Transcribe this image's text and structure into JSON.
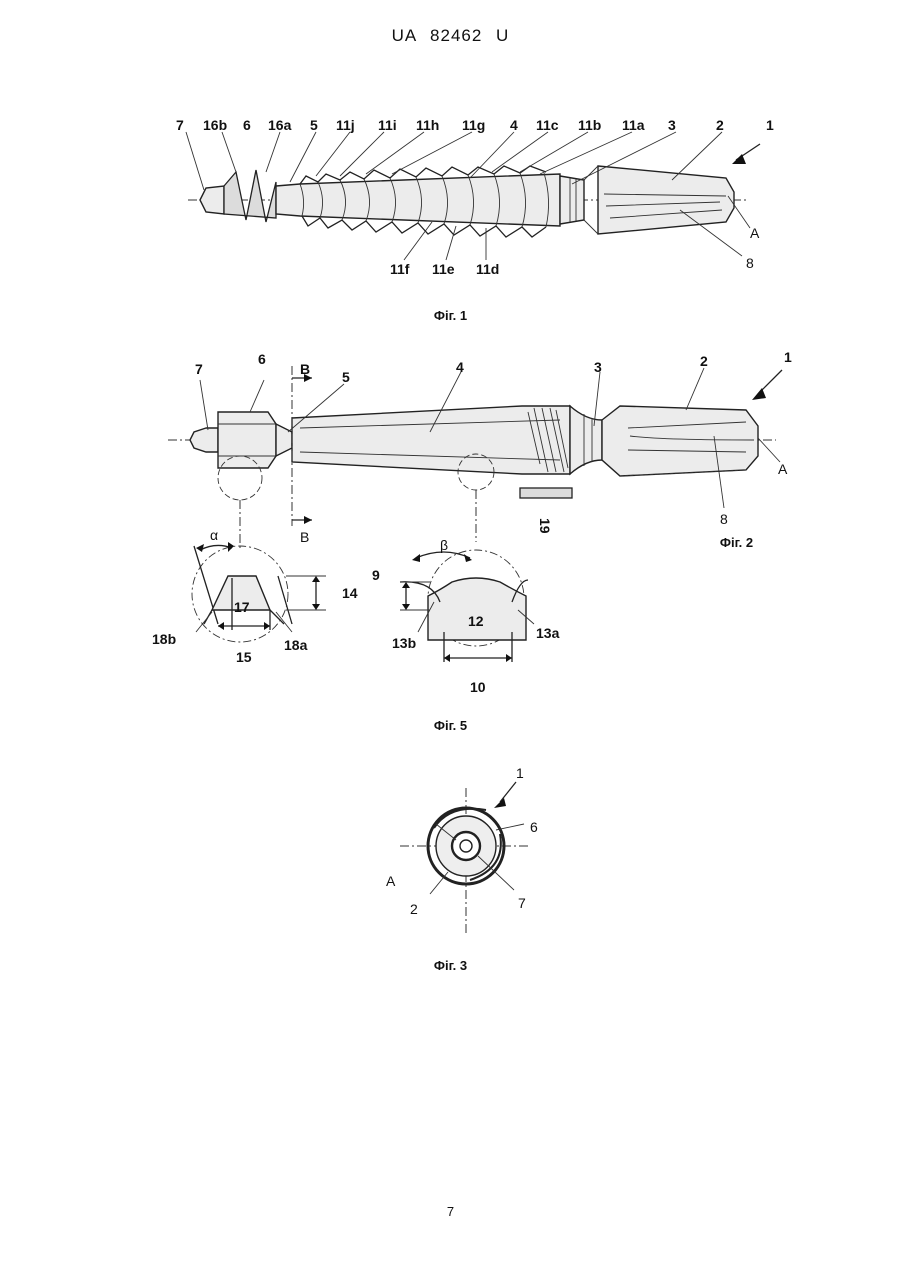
{
  "header": {
    "text": "UA   82462   U"
  },
  "page_number": "7",
  "fig1": {
    "caption": "Фіг. 1",
    "labels_top": [
      "7",
      "16b",
      "6",
      "16a",
      "5",
      "11j",
      "11i",
      "11h",
      "11g",
      "4",
      "11c",
      "11b",
      "11a",
      "3",
      "2",
      "1"
    ],
    "labels_bottom": [
      "11f",
      "11e",
      "11d",
      "8",
      "A"
    ]
  },
  "fig2": {
    "caption": "Фіг. 2",
    "labels": [
      "7",
      "6",
      "B",
      "5",
      "4",
      "3",
      "2",
      "1",
      "A",
      "8",
      "B",
      "19"
    ]
  },
  "fig5": {
    "caption": "Фіг. 5",
    "left": {
      "angle": "α",
      "thread": "17",
      "height": "14",
      "width": "15",
      "flank_left": "18b",
      "flank_right": "18a"
    },
    "right": {
      "angle": "β",
      "thread": "12",
      "height": "9",
      "width": "10",
      "flank_left": "13b",
      "flank_right": "13a"
    }
  },
  "fig3": {
    "caption": "Фіг. 3",
    "labels": [
      "1",
      "6",
      "A",
      "2",
      "7"
    ]
  }
}
